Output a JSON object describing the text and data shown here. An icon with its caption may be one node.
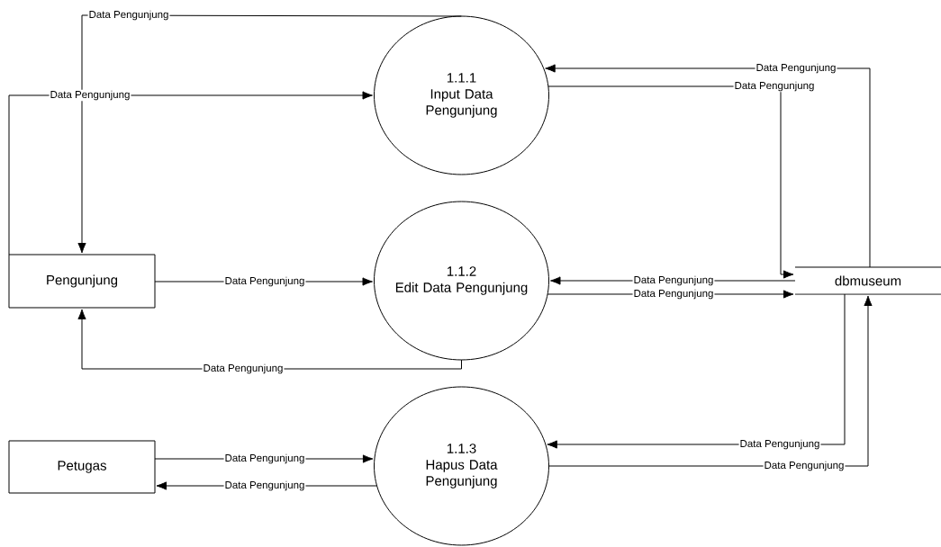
{
  "diagram": {
    "nodes": [
      {
        "text": [
          "Pengunjung"
        ]
      },
      {
        "text": [
          "1.1.1",
          "Input Data Pengunjung"
        ]
      },
      {
        "text": [
          "1.1.2",
          "Edit Data Pengunjung"
        ]
      },
      {
        "text": [
          "Petugas"
        ]
      },
      {
        "text": [
          "1.1.3",
          "Hapus Data Pengunjung"
        ]
      },
      {
        "text": [
          "dbmuseum"
        ]
      }
    ],
    "edges": [
      {
        "from": 1,
        "to": 0,
        "label": "Data Pengunjung",
        "arrow": "to"
      },
      {
        "from": 0,
        "to": 1,
        "label": "Data Pengunjung",
        "arrow": "to"
      },
      {
        "from": 5,
        "to": 1,
        "label": "Data Pengunjung",
        "arrow": "to"
      },
      {
        "from": 1,
        "to": 5,
        "label": "Data Pengunjung",
        "arrow": "to"
      },
      {
        "from": 0,
        "to": 2,
        "label": "Data Pengunjung",
        "arrow": "to"
      },
      {
        "from": 2,
        "to": 0,
        "label": "Data Pengunjung",
        "arrow": "to"
      },
      {
        "from": 5,
        "to": 2,
        "label": "Data Pengunjung",
        "arrow": "to"
      },
      {
        "from": 2,
        "to": 5,
        "label": "Data Pengunjung",
        "arrow": "to"
      },
      {
        "from": 3,
        "to": 4,
        "label": "Data Pengunjung",
        "arrow": "to"
      },
      {
        "from": 4,
        "to": 3,
        "label": "Data Pengunjung",
        "arrow": "to"
      },
      {
        "from": 5,
        "to": 4,
        "label": "Data Pengunjung",
        "arrow": "to"
      },
      {
        "from": 4,
        "to": 5,
        "label": "Data Pengunjung",
        "arrow": "to"
      }
    ]
  }
}
